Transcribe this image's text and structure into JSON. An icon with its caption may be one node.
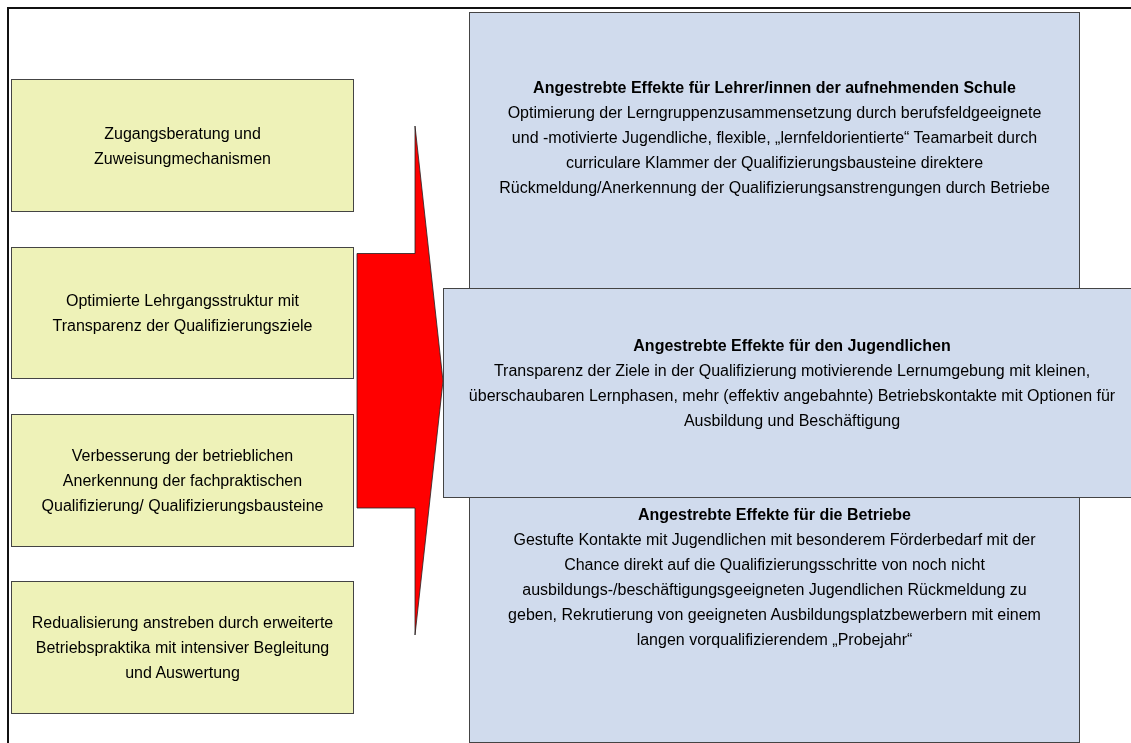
{
  "diagram": {
    "nodes": [
      {
        "text": [
          "Zugangsberatung und Zuweisungmechanismen"
        ]
      },
      {
        "text": [
          "Optimierte Lehrgangsstruktur mit Transparenz der Qualifizierungsziele"
        ]
      },
      {
        "text": [
          "Verbesserung der betrieblichen Anerkennung der fachpraktischen Qualifizierung/ Qualifizierungsbausteine"
        ]
      },
      {
        "text": [
          "Redualisierung anstreben durch erweiterte Betriebspraktika mit intensiver Begleitung und Auswertung"
        ]
      },
      {
        "text": [
          "Angestrebte Effekte für Lehrer/innen der aufnehmenden Schule",
          "Optimierung der Lerngruppenzusammensetzung durch berufsfeldgeeignete und -motivierte Jugendliche, flexible, „lernfeldorientierte“ Teamarbeit durch curriculare Klammer der Qualifizierungsbausteine direktere Rückmeldung/Anerkennung der Qualifizierungsanstrengungen durch Betriebe"
        ]
      },
      {
        "text": [
          "Angestrebte Effekte für den Jugendlichen",
          "Transparenz der Ziele in der Qualifizierung motivierende Lernumgebung mit kleinen, überschaubaren Lernphasen, mehr (effektiv angebahnte) Betriebskontakte mit Optionen für Ausbildung und Beschäftigung"
        ]
      },
      {
        "text": [
          "Angestrebte Effekte für die Betriebe",
          "Gestufte Kontakte mit Jugendlichen mit besonderem Förderbedarf mit der Chance direkt auf die Qualifizierungsschritte von noch nicht ausbildungs-/beschäftigungsgeeigneten Jugendlichen Rückmeldung zu geben, Rekrutierung von geeigneten Ausbildungsplatzbewerbern mit einem langen vorqualifizierendem „Probejahr“"
        ]
      }
    ],
    "edges": [
      {
        "from": 0,
        "to": 5,
        "arrow": "to",
        "style": "thick"
      },
      {
        "from": 1,
        "to": 5,
        "arrow": "to",
        "style": "thick"
      },
      {
        "from": 2,
        "to": 5,
        "arrow": "to",
        "style": "thick"
      },
      {
        "from": 3,
        "to": 5,
        "arrow": "to",
        "style": "thick"
      }
    ]
  }
}
